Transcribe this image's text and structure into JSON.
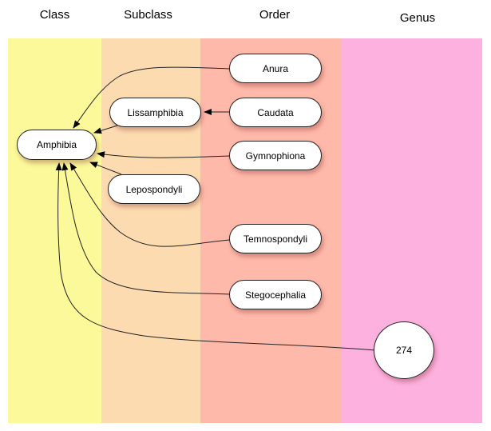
{
  "lanes": [
    {
      "title": "Class",
      "color": "#fbf99a"
    },
    {
      "title": "Subclass",
      "color": "#fddbb1"
    },
    {
      "title": "Order",
      "color": "#ffb9aa"
    },
    {
      "title": "Genus",
      "color": "#fdb1df"
    }
  ],
  "nodes": {
    "amphibia": "Amphibia",
    "lissamphibia": "Lissamphibia",
    "lepospondyli": "Lepospondyli",
    "anura": "Anura",
    "caudata": "Caudata",
    "gymnophiona": "Gymnophiona",
    "temnospondyli": "Temnospondyli",
    "stegocephalia": "Stegocephalia",
    "genus_count": "274"
  },
  "edges": [
    {
      "from": "anura",
      "to": "amphibia"
    },
    {
      "from": "caudata",
      "to": "lissamphibia"
    },
    {
      "from": "lissamphibia",
      "to": "amphibia"
    },
    {
      "from": "gymnophiona",
      "to": "amphibia"
    },
    {
      "from": "lepospondyli",
      "to": "amphibia"
    },
    {
      "from": "temnospondyli",
      "to": "amphibia"
    },
    {
      "from": "stegocephalia",
      "to": "amphibia"
    },
    {
      "from": "genus_count",
      "to": "amphibia"
    }
  ]
}
